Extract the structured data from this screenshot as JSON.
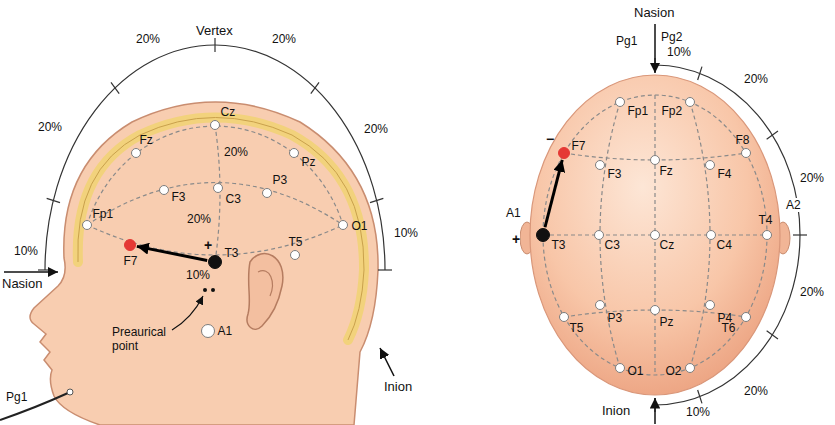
{
  "diagram": {
    "nodes": [
      {
        "text": [
          "Fp1"
        ]
      },
      {
        "text": [
          "F7"
        ]
      },
      {
        "text": [
          "F3"
        ]
      },
      {
        "text": [
          "Fz"
        ]
      },
      {
        "text": [
          "Cz"
        ]
      },
      {
        "text": [
          "C3"
        ]
      },
      {
        "text": [
          "T3"
        ]
      },
      {
        "text": [
          "P3"
        ]
      },
      {
        "text": [
          "Pz"
        ]
      },
      {
        "text": [
          "T5"
        ]
      },
      {
        "text": [
          "O1"
        ]
      },
      {
        "text": [
          "A1"
        ]
      },
      {
        "text": [
          "Fp1"
        ]
      },
      {
        "text": [
          "Fp2"
        ]
      },
      {
        "text": [
          "F7"
        ]
      },
      {
        "text": [
          "F3"
        ]
      },
      {
        "text": [
          "Fz"
        ]
      },
      {
        "text": [
          "F4"
        ]
      },
      {
        "text": [
          "F8"
        ]
      },
      {
        "text": [
          "T3"
        ]
      },
      {
        "text": [
          "C3"
        ]
      },
      {
        "text": [
          "Cz"
        ]
      },
      {
        "text": [
          "C4"
        ]
      },
      {
        "text": [
          "T4"
        ]
      },
      {
        "text": [
          "T5"
        ]
      },
      {
        "text": [
          "P3"
        ]
      },
      {
        "text": [
          "Pz"
        ]
      },
      {
        "text": [
          "P4"
        ]
      },
      {
        "text": [
          "T6"
        ]
      },
      {
        "text": [
          "O1"
        ]
      },
      {
        "text": [
          "O2"
        ]
      }
    ],
    "edges": [
      {
        "from": 6,
        "to": 1,
        "arrow": "to"
      },
      {
        "from": 19,
        "to": 14,
        "arrow": "to"
      }
    ],
    "labels": [
      "Vertex",
      "20%",
      "20%",
      "20%",
      "20%",
      "10%",
      "10%",
      "20%",
      "20%",
      "10%",
      "Nasion",
      "Inion",
      "Preaurical point",
      "Pg1",
      "+",
      "Nasion",
      "Pg1",
      "Pg2",
      "10%",
      "20%",
      "20%",
      "20%",
      "20%",
      "10%",
      "Inion",
      "A1",
      "A2",
      "−",
      "+"
    ]
  }
}
